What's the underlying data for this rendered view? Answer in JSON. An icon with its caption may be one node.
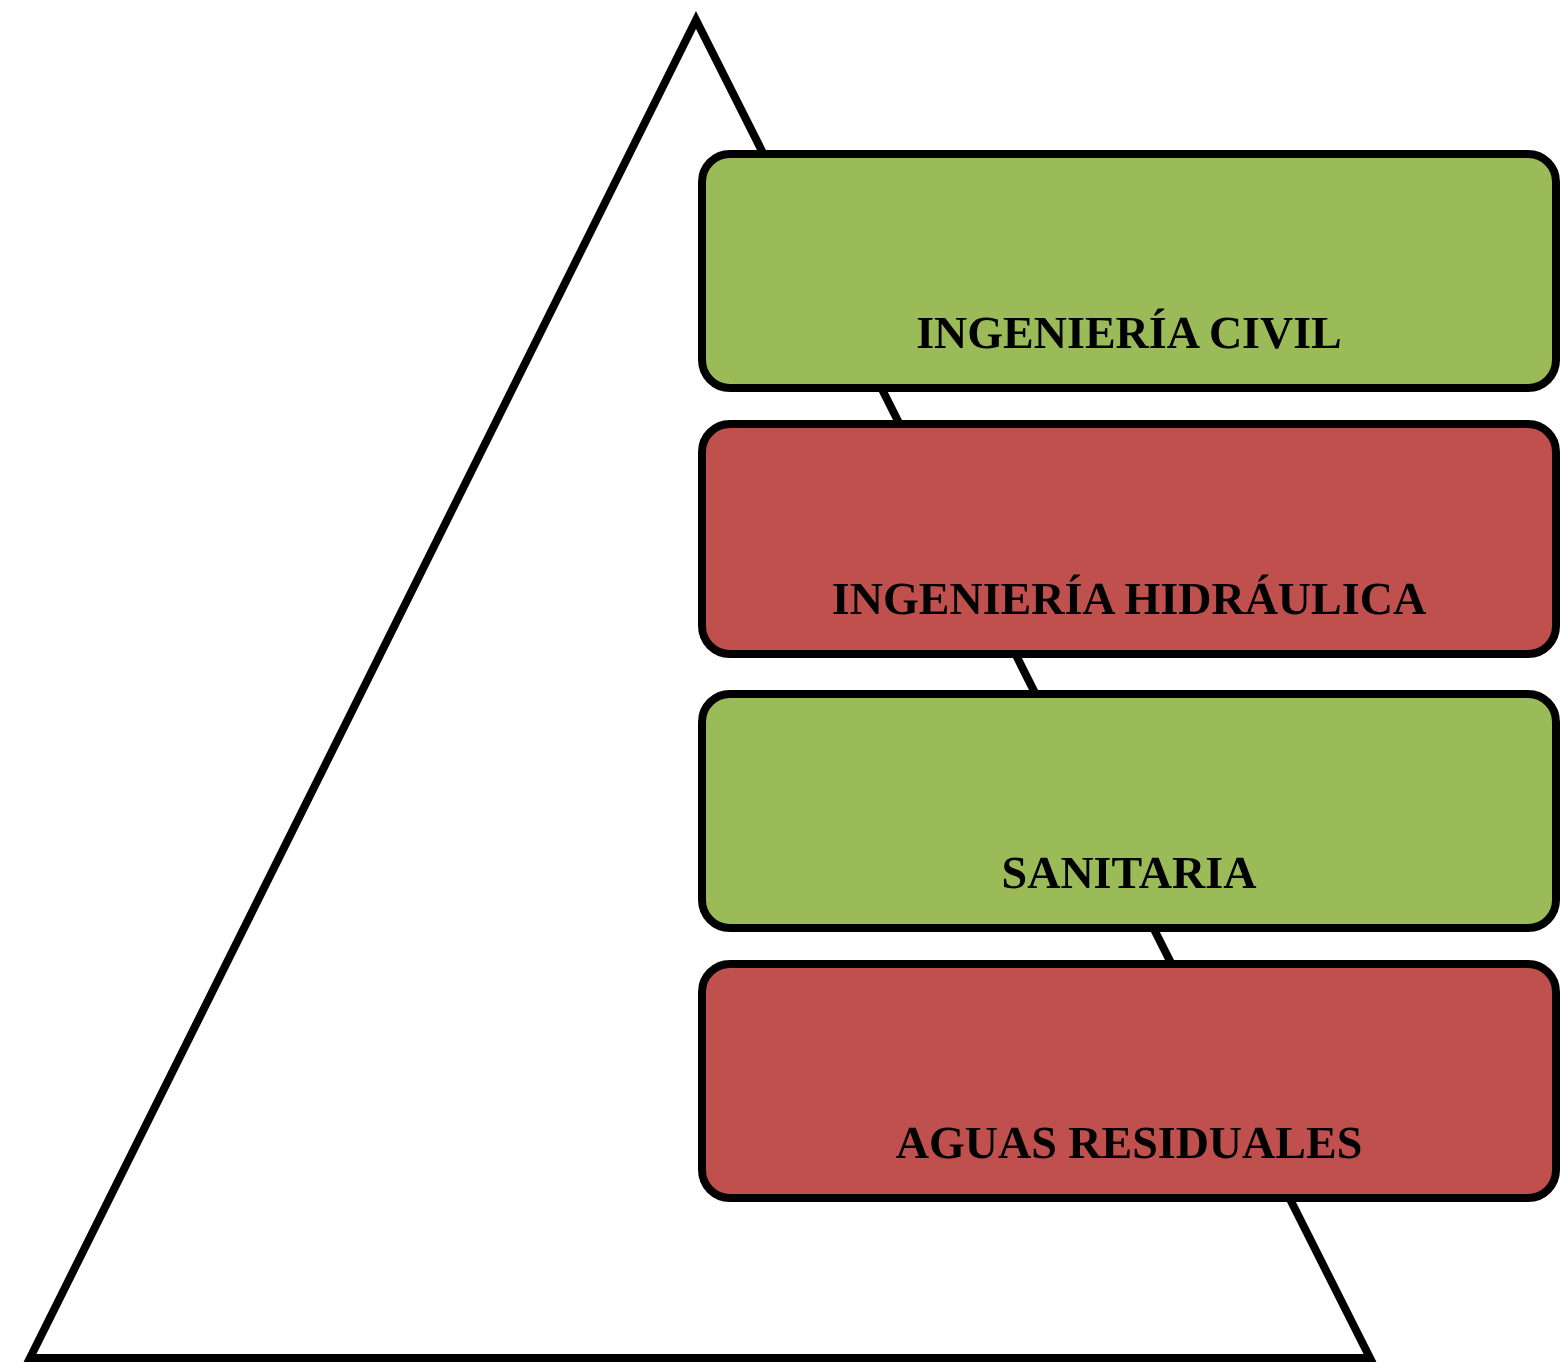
{
  "diagram": {
    "nodes": [
      {
        "text": [
          "INGENIERÍA CIVIL"
        ]
      },
      {
        "text": [
          "INGENIERÍA HIDRÁULICA"
        ]
      },
      {
        "text": [
          "SANITARIA"
        ]
      },
      {
        "text": [
          "AGUAS RESIDUALES"
        ]
      }
    ]
  }
}
